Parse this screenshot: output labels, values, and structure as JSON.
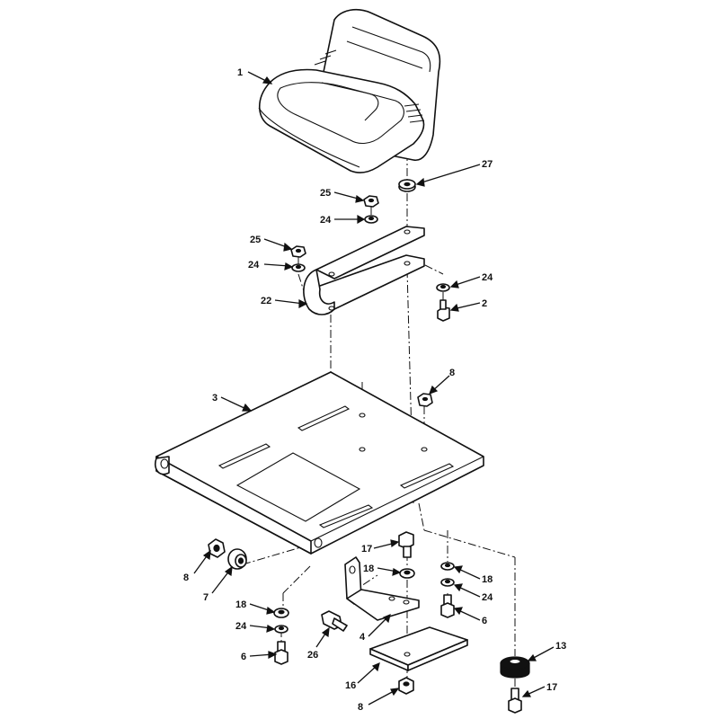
{
  "callouts": [
    {
      "id": "seat",
      "text": "1"
    },
    {
      "id": "washer-top",
      "text": "27"
    },
    {
      "id": "nut-25a",
      "text": "25"
    },
    {
      "id": "washer-24a",
      "text": "24"
    },
    {
      "id": "nut-25b",
      "text": "25"
    },
    {
      "id": "washer-24b",
      "text": "24"
    },
    {
      "id": "washer-24c",
      "text": "24"
    },
    {
      "id": "bolt-2",
      "text": "2"
    },
    {
      "id": "bracket-22",
      "text": "22"
    },
    {
      "id": "plate-3",
      "text": "3"
    },
    {
      "id": "nut-8a",
      "text": "8"
    },
    {
      "id": "bolt-17a",
      "text": "17"
    },
    {
      "id": "washer-18a",
      "text": "18"
    },
    {
      "id": "washer-18b",
      "text": "18"
    },
    {
      "id": "washer-24d",
      "text": "24"
    },
    {
      "id": "nut-8b",
      "text": "8"
    },
    {
      "id": "spacer-7",
      "text": "7"
    },
    {
      "id": "washer-18c",
      "text": "18"
    },
    {
      "id": "washer-24e",
      "text": "24"
    },
    {
      "id": "bolt-6a",
      "text": "6"
    },
    {
      "id": "bolt-6b",
      "text": "6"
    },
    {
      "id": "bolt-26",
      "text": "26"
    },
    {
      "id": "bracket-4",
      "text": "4"
    },
    {
      "id": "plate-16",
      "text": "16"
    },
    {
      "id": "nut-8c",
      "text": "8"
    },
    {
      "id": "bumper-13",
      "text": "13"
    },
    {
      "id": "bolt-17b",
      "text": "17"
    }
  ]
}
